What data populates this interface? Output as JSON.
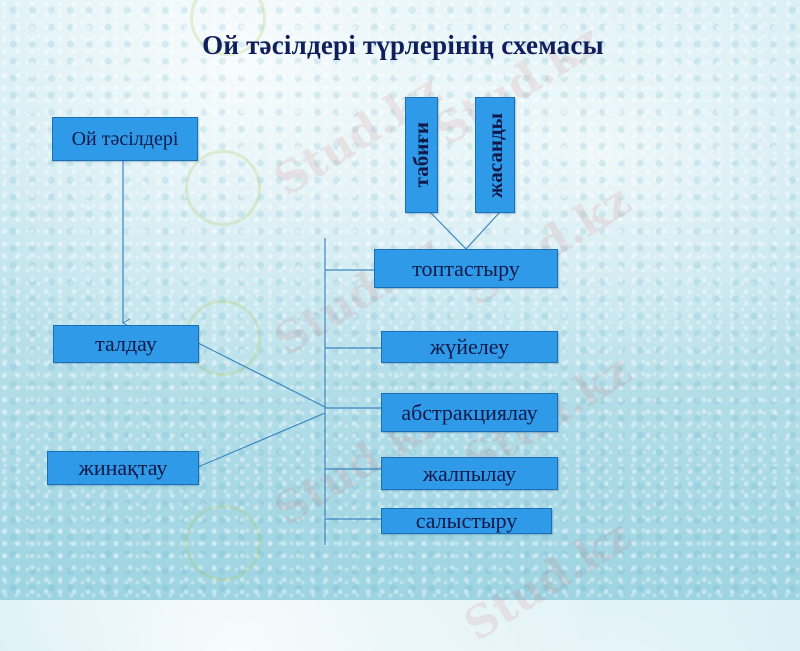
{
  "title": "Ой тәсілдері түрлерінің схемасы",
  "nodes": {
    "root": "Ой тәсілдері",
    "analysis": "талдау",
    "synthesis": "жинақтау",
    "natural": "табиғи",
    "artificial": "жасанды",
    "grouping": "топтастыру",
    "systematization": "жүйелеу",
    "abstraction": "абстракциялау",
    "generalization": "жалпылау",
    "comparison": "салыстыру"
  },
  "edges": [
    {
      "from": "root",
      "to": "analysis",
      "type": "arrow"
    },
    {
      "from": "analysis",
      "to": "trunk"
    },
    {
      "from": "synthesis",
      "to": "trunk"
    },
    {
      "from": "trunk",
      "to": "grouping"
    },
    {
      "from": "trunk",
      "to": "systematization"
    },
    {
      "from": "trunk",
      "to": "abstraction"
    },
    {
      "from": "trunk",
      "to": "generalization"
    },
    {
      "from": "trunk",
      "to": "comparison"
    },
    {
      "from": "natural",
      "to": "grouping"
    },
    {
      "from": "artificial",
      "to": "grouping"
    }
  ],
  "watermark": "Stud.kz",
  "colors": {
    "box_fill": "#2f9ae8",
    "box_border": "#1a6fb5",
    "text": "#101a4a",
    "title": "#0f1f5c",
    "line": "#3a86c0"
  }
}
